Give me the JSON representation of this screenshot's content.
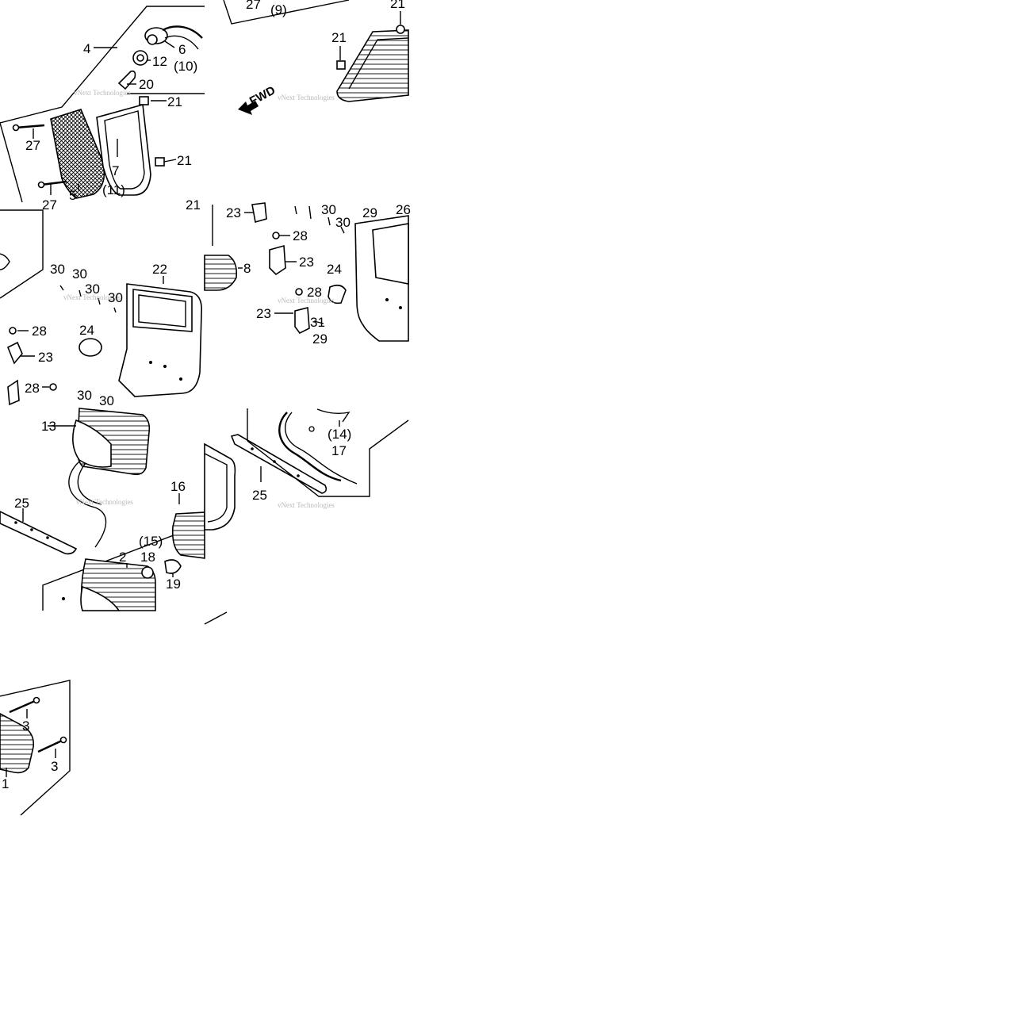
{
  "watermark": "vNext Technologies",
  "direction_label": "FWD",
  "callouts": {
    "tile1": [
      "4",
      "6",
      "12",
      "(10)",
      "20",
      "21",
      "27",
      "7",
      "(11)",
      "21",
      "27",
      "5",
      "21"
    ],
    "tile2": [
      "27",
      "(9)",
      "21",
      "21"
    ],
    "tile3": [
      "30",
      "30",
      "30",
      "30",
      "22",
      "28",
      "23",
      "24",
      "28"
    ],
    "tile4": [
      "23",
      "30",
      "30",
      "29",
      "26",
      "28",
      "8",
      "23",
      "24",
      "28",
      "23",
      "31",
      "29"
    ],
    "tile5": [
      "30",
      "30",
      "13",
      "16",
      "25",
      "(15)",
      "2",
      "18",
      "19"
    ],
    "tile6": [
      "(14)",
      "17",
      "25"
    ],
    "tile7": [
      "3",
      "3",
      "1"
    ]
  }
}
